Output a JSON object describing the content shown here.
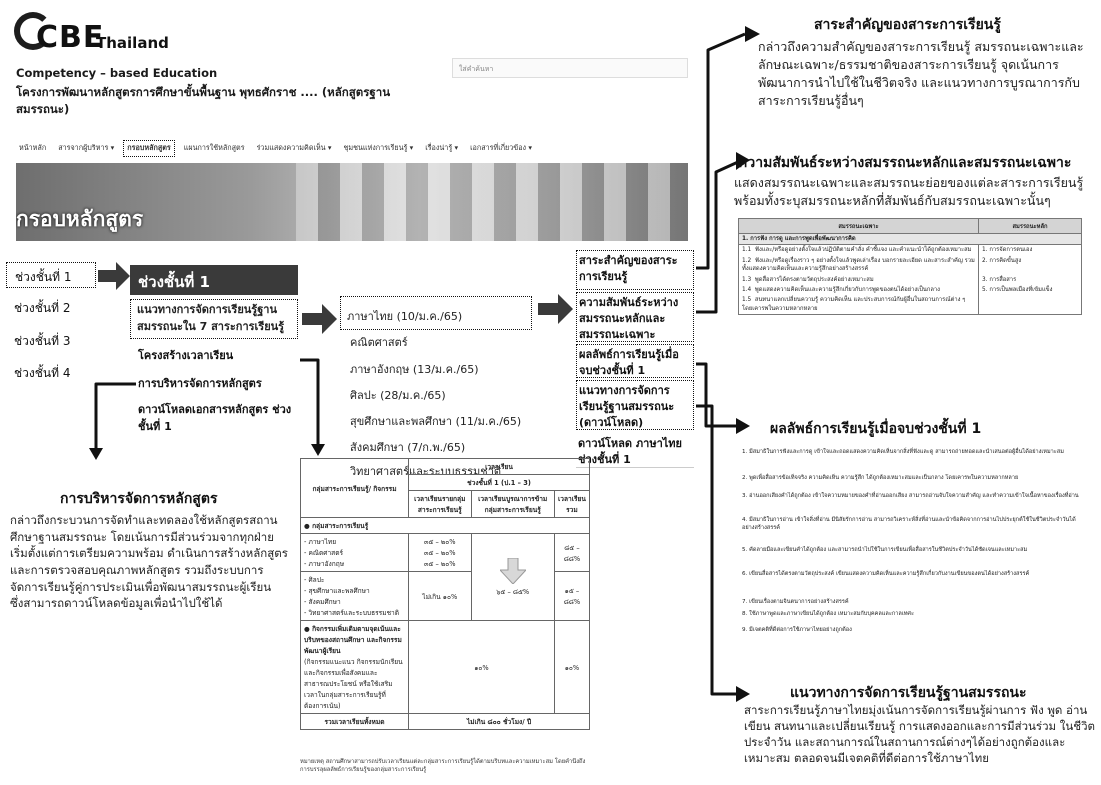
{
  "site": {
    "logo_main": "CBE",
    "logo_sub": "Thailand",
    "subtitle": "Competency – based Education",
    "title": "โครงการพัฒนาหลักสูตรการศึกษาขั้นพื้นฐาน พุทธศักราช .... (หลักสูตรฐานสมรรถนะ)",
    "search_placeholder": "ใส่คำค้นหา",
    "nav": [
      "หน้าหลัก",
      "สารจากผู้บริหาร ▾",
      "กรอบหลักสูตร",
      "แผนการใช้หลักสูตร",
      "ร่วมแสดงความคิดเห็น ▾",
      "ชุมชนแห่งการเรียนรู้ ▾",
      "เรื่องน่ารู้ ▾",
      "เอกสารที่เกี่ยวข้อง ▾"
    ],
    "banner_title": "กรอบหลักสูตร"
  },
  "levels": [
    "ช่วงชั้นที่ 1",
    "ช่วงชั้นที่ 2",
    "ช่วงชั้นที่ 3",
    "ช่วงชั้นที่ 4"
  ],
  "level_menu": {
    "heading": "ช่วงชั้นที่ 1",
    "item_selected": "แนวทางการจัดการเรียนรู้ฐานสมรรถนะใน 7 สาระการเรียนรู้",
    "items": [
      "โครงสร้างเวลาเรียน",
      "การบริหารจัดการหลักสูตร",
      "ดาวน์โหลดเอกสารหลักสูตร ช่วงชั้นที่ 1"
    ]
  },
  "subjects": {
    "selected": "ภาษาไทย (10/ม.ค./65)",
    "items": [
      "คณิตศาสตร์",
      "ภาษาอังกฤษ (13/ม.ค./65)",
      "ศิลปะ (28/ม.ค./65)",
      "สุขศึกษาและพลศึกษา (11/ม.ค./65)",
      "สังคมศึกษา (7/ก.พ./65)",
      "วิทยาศาสตร์และระบบธรรมชาติ"
    ]
  },
  "subject_menu": [
    "สาระสำคัญของสาระการเรียนรู้",
    "ความสัมพันธ์ระหว่างสมรรถนะหลักและสมรรถนะเฉพาะ",
    "ผลลัพธ์การเรียนรู้เมื่อจบช่วงชั้นที่ 1",
    "แนวทางการจัดการเรียนรู้ฐานสมรรถนะ (ดาวน์โหลด)",
    "ดาวน์โหลด ภาษาไทย ช่วงชั้นที่ 1"
  ],
  "annotations": {
    "essence": {
      "title": "สาระสำคัญของสาระการเรียนรู้",
      "body": "กล่าวถึงความสำคัญของสาระการเรียนรู้ สมรรถนะเฉพาะและลักษณะเฉพาะ/ธรรมชาติของสาระการเรียนรู้ จุดเน้นการพัฒนาการนำไปใช้ในชีวิตจริง และแนวทางการบูรณาการกับสาระการเรียนรู้อื่นๆ"
    },
    "relation": {
      "title": "ความสัมพันธ์ระหว่างสมรรถนะหลักและสมรรถนะเฉพาะ",
      "body": "แสดงสมรรถนะเฉพาะและสมรรถนะย่อยของแต่ละสาระการเรียนรู้ พร้อมทั้งระบุสมรรถนะหลักที่สัมพันธ์กับสมรรถนะเฉพาะนั้นๆ"
    },
    "outcomes": {
      "title": "ผลลัพธ์การเรียนรู้เมื่อจบช่วงชั้นที่ 1"
    },
    "management": {
      "title": "การบริหารจัดการหลักสูตร",
      "body": "กล่าวถึงกระบวนการจัดทำและทดลองใช้หลักสูตรสถานศึกษาฐานสมรรถนะ โดยเน้นการมีส่วนร่วมจากทุกฝ่าย เริ่มตั้งแต่การเตรียมความพร้อม ดำเนินการสร้างหลักสูตรและการตรวจสอบคุณภาพหลักสูตร รวมถึงระบบการจัดการเรียนรู้คู่การประเมินเพื่อพัฒนาสมรรถนะผู้เรียน ซึ่งสามารถดาวน์โหลดข้อมูลเพื่อนำไปใช้ได้"
    },
    "approach": {
      "title": "แนวทางการจัดการเรียนรู้ฐานสมรรถนะ",
      "body": "สาระการเรียนรู้ภาษาไทยมุ่งเน้นการจัดการเรียนรู้ผ่านการ ฟัง พูด อ่าน เขียน สนทนาและเปลี่ยนเรียนรู้ การแสดงออกและการมีส่วนร่วม ในชีวิตประจำวัน และสถานการณ์ในสถานการณ์ต่างๆได้อย่างถูกต้องและเหมาะสม ตลอดจนมีเจตคติที่ดีต่อการใช้ภาษาไทย"
    }
  },
  "competency_table": {
    "headers": [
      "สมรรถนะเฉพาะ",
      "สมรรถนะหลัก"
    ],
    "group": "1. การฟัง การดู และการพูดเพื่อพัฒนาการคิด",
    "rows": [
      {
        "no": "1.1",
        "text": "ฟังและ/หรือดูอย่างตั้งใจแล้วปฏิบัติตามคำสั่ง คำชี้แจง และคำแนะนำได้ถูกต้องเหมาะสม",
        "core": "1. การจัดการตนเอง"
      },
      {
        "no": "1.2",
        "text": "ฟังและ/หรือดูเรื่องราว ๆ อย่างตั้งใจแล้วพูดเล่าเรื่อง บอกรายละเอียด และสาระสำคัญ รวมทั้งแสดงความคิดเห็นและความรู้สึกอย่างสร้างสรรค์",
        "core": "2. การคิดขั้นสูง"
      },
      {
        "no": "1.3",
        "text": "พูดสื่อสารได้ตรงตามวัตถุประสงค์อย่างเหมาะสม",
        "core": "3. การสื่อสาร"
      },
      {
        "no": "1.4",
        "text": "พูดแสดงความคิดเห็นและความรู้สึกเกี่ยวกับการพูดของตนได้อย่างเป็นกลาง",
        "core": "5. การเป็นพลเมืองที่เข้มแข็ง"
      },
      {
        "no": "1.5",
        "text": "สนทนาแลกเปลี่ยนความรู้ ความคิดเห็น และประสบการณ์กับผู้อื่นในสถานการณ์ต่าง ๆ โดยเคารพในความหลากหลาย",
        "core": ""
      }
    ]
  },
  "outcomes_list": [
    "1. มีสมาธิในการฟังและการดู เข้าใจและถอดแสดงความคิดเห็นจากสิ่งที่ฟังและดู สามารถถ่ายทอดและนำเสนอต่อผู้อื่นได้อย่างเหมาะสม",
    "2. พูดเพื่อสื่อสารข้อเท็จจริง ความคิดเห็น ความรู้สึก ได้ถูกต้องเหมาะสมและเป็นกลาง โดยเคารพในความหลากหลาย",
    "3. อ่านออกเสียงคำได้ถูกต้อง เข้าใจความหมายของคำที่อ่านออกเสียง สามารถอ่านจับใจความสำคัญ และทำความเข้าใจเนื้อหาของเรื่องที่อ่าน",
    "4. มีสมาธิในการอ่าน เข้าใจสิ่งที่อ่าน มีนิสัยรักการอ่าน สามารถวิเคราะห์สิ่งที่อ่านและนำข้อคิดจากการอ่านไปประยุกต์ใช้ในชีวิตประจำวันได้อย่างสร้างสรรค์",
    "5. คัดลายมือและเขียนคำได้ถูกต้อง และสามารถนำไปใช้ในการเขียนเพื่อสื่อสารในชีวิตประจำวันได้ชัดเจนและเหมาะสม",
    "6. เขียนสื่อสารได้ตรงตามวัตถุประสงค์ เขียนแสดงความคิดเห็นและความรู้สึกเกี่ยวกับงานเขียนของตนได้อย่างสร้างสรรค์",
    "7. เขียนเรื่องตามจินตนาการอย่างสร้างสรรค์",
    "8. ใช้ภาษาพูดและภาษาเขียนได้ถูกต้อง เหมาะสมกับบุคคลและกาลเทศะ",
    "9. มีเจตคติที่ดีต่อการใช้ภาษาไทยอย่างถูกต้อง"
  ],
  "hours_table": {
    "header_group": "กลุ่มสาระการเรียนรู้/ กิจกรรม",
    "time_header": "เวลาเรียน",
    "level_header": "ช่วงชั้นที่ 1 (ป.1 – 3)",
    "col_a": "เวลาเรียนรายกลุ่มสาระการเรียนรู้",
    "col_b": "เวลาเรียนบูรณาการข้ามกลุ่มสาระการเรียนรู้",
    "col_c": "เวลาเรียนรวม",
    "section1": "กลุ่มสาระการเรียนรู้",
    "sub1": "- ภาษาไทย\n- คณิตศาสตร์\n- ภาษาอังกฤษ",
    "sub1_a": "๓๕ – ๒๐%\n๓๕ – ๒๐%\n๓๕ – ๒๐%",
    "sub1_c": "๘๕ – ๘๘%",
    "sub2": "- ศิลปะ\n- สุขศึกษาและพลศึกษา\n- สังคมศึกษา\n- วิทยาศาสตร์และระบบธรรมชาติ",
    "sub2_a": "ไม่เกิน ๑๐%",
    "sub2_b": "๖๕ – ๘๕%",
    "sub2_c": "๑๕ – ๘๘%",
    "section2": "กิจกรรมเพิ่มเติมตามจุดเน้นและบริบทของสถานศึกษา และกิจกรรมพัฒนาผู้เรียน",
    "section2_desc": "(กิจกรรมแนะแนว กิจกรรมนักเรียน และกิจกรรมเพื่อสังคมและสาธารณประโยชน์ หรือใช้เสริมเวลาในกลุ่มสาระการเรียนรู้ที่ต้องการเน้น)",
    "section2_ab": "๑๐%",
    "section2_c": "๑๐%",
    "total_label": "รวมเวลาเรียนทั้งหมด",
    "total_value": "ไม่เกิน ๘๐๐ ชั่วโมง/ ปี",
    "note": "หมายเหตุ สถานศึกษาสามารถปรับเวลาเรียนแต่ละกลุ่มสาระการเรียนรู้ได้ตามบริบทและความเหมาะสม โดยคำนึงถึงการบรรลุผลลัพธ์การเรียนรู้ของกลุ่มสาระการเรียนรู้"
  },
  "colors": {
    "dark": "#3a3a3a",
    "border": "#111111",
    "banner": "#9a9a9a"
  }
}
